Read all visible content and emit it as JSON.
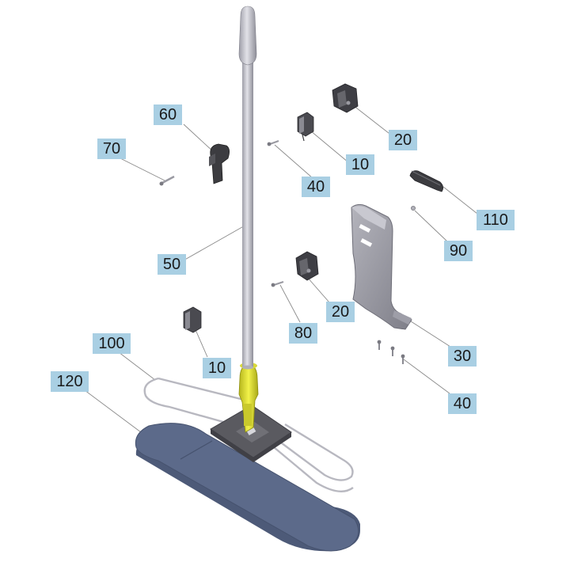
{
  "callouts": [
    {
      "id": "c10a",
      "text": "10"
    },
    {
      "id": "c10b",
      "text": "10"
    },
    {
      "id": "c20a",
      "text": "20"
    },
    {
      "id": "c20b",
      "text": "20"
    },
    {
      "id": "c30",
      "text": "30"
    },
    {
      "id": "c40a",
      "text": "40"
    },
    {
      "id": "c40b",
      "text": "40"
    },
    {
      "id": "c50",
      "text": "50"
    },
    {
      "id": "c60",
      "text": "60"
    },
    {
      "id": "c70",
      "text": "70"
    },
    {
      "id": "c80",
      "text": "80"
    },
    {
      "id": "c90",
      "text": "90"
    },
    {
      "id": "c100",
      "text": "100"
    },
    {
      "id": "c110",
      "text": "110"
    },
    {
      "id": "c120",
      "text": "120"
    }
  ],
  "colors": {
    "callout_bg": "#a9cfe3",
    "handle": "#c4c4cc",
    "yellow_socket": "#e6e636",
    "pad": "#5c6a8a",
    "bracket": "#9a9aa2",
    "clip_dark": "#3c3c40"
  }
}
